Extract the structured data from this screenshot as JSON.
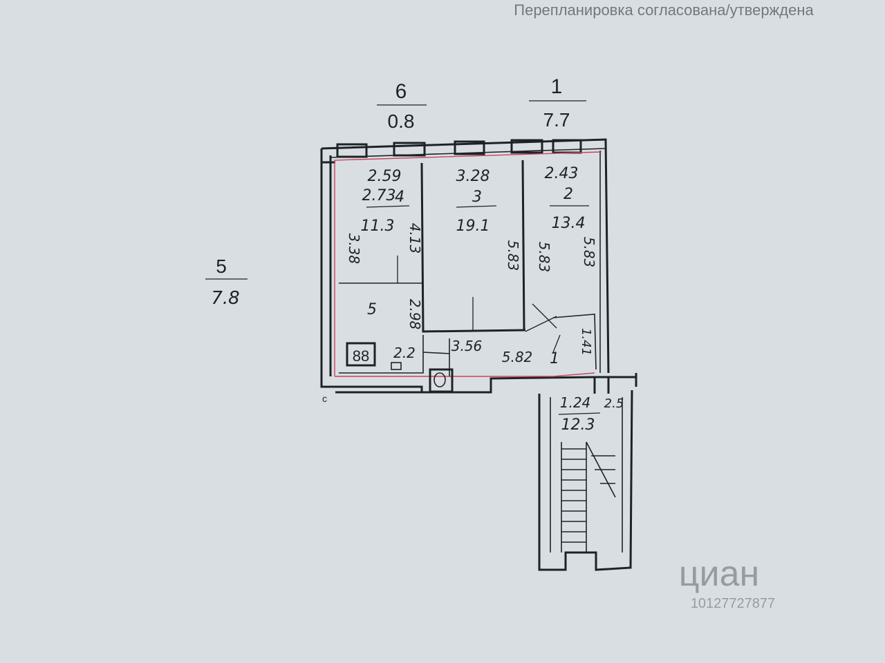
{
  "header_text": "Перепланировка согласована/утверждена",
  "outside": {
    "label_6": {
      "num": "6",
      "area": "0.8"
    },
    "label_1": {
      "num": "1",
      "area": "7.7"
    },
    "label_5": {
      "num": "5",
      "area": "7.8"
    }
  },
  "rooms": {
    "room4": {
      "width": "2.59",
      "depth_top": "2.73",
      "num": "4",
      "area": "11.3",
      "len_left": "3.38",
      "len_right": "4.13"
    },
    "room3": {
      "width": "3.28",
      "num": "3",
      "area": "19.1",
      "len": "5.83"
    },
    "room2": {
      "width": "2.43",
      "num": "2",
      "area": "13.4",
      "len_left": "5.83",
      "len_right": "5.83"
    },
    "room5": {
      "num": "5",
      "len": "2.98",
      "stove": "88",
      "small": "2.2"
    },
    "corridor": {
      "len1": "3.56",
      "len2": "5.82",
      "num": "1",
      "small": "1.41"
    },
    "stair": {
      "top": "1.24",
      "right": "2.5",
      "area": "12.3"
    }
  },
  "corner_mark": "c",
  "watermark": {
    "brand": "циан",
    "id": "10127727877"
  },
  "colors": {
    "ink": "#1d2227",
    "red_line": "#c8455a",
    "paper": "#d9dee3"
  }
}
